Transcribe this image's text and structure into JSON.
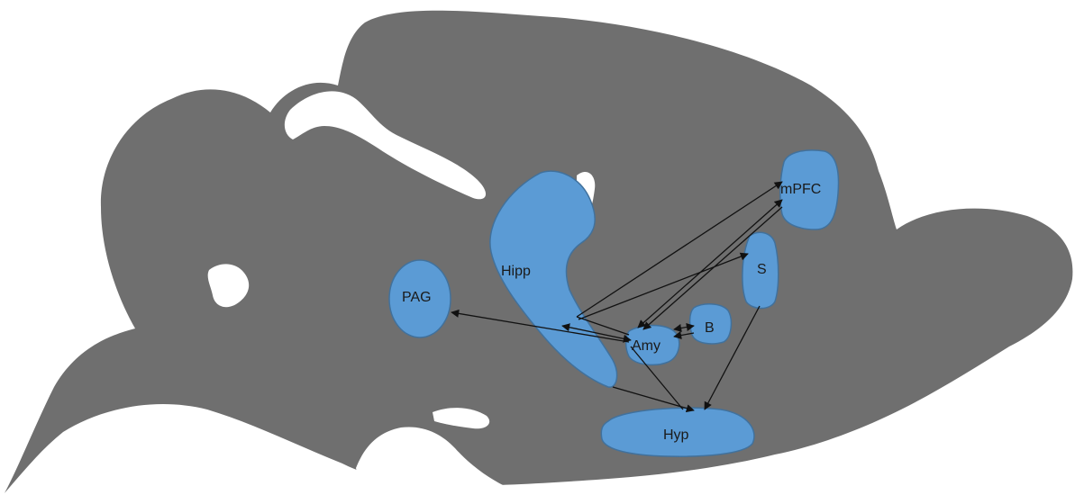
{
  "diagram": {
    "regions": [
      {
        "id": "mpfc",
        "label": "mPFC"
      },
      {
        "id": "hipp",
        "label": "Hipp"
      },
      {
        "id": "pag",
        "label": "PAG"
      },
      {
        "id": "s",
        "label": "S"
      },
      {
        "id": "b",
        "label": "B"
      },
      {
        "id": "amy",
        "label": "Amy"
      },
      {
        "id": "hyp",
        "label": "Hyp"
      }
    ],
    "connections": [
      {
        "from": "Hipp",
        "to": "mPFC",
        "direction": "to"
      },
      {
        "from": "Hipp",
        "to": "S",
        "direction": "to"
      },
      {
        "from": "Hipp",
        "to": "Amy",
        "direction": "both"
      },
      {
        "from": "Amy",
        "to": "mPFC",
        "direction": "both"
      },
      {
        "from": "Amy",
        "to": "B",
        "direction": "both"
      },
      {
        "from": "Amy",
        "to": "PAG",
        "direction": "to"
      },
      {
        "from": "S",
        "to": "Hyp",
        "direction": "to"
      },
      {
        "from": "Hipp",
        "to": "Hyp",
        "direction": "to"
      }
    ],
    "colors": {
      "brain": "#6f6f6f",
      "region_fill": "#5b9bd5",
      "region_stroke": "#41719c",
      "arrow": "#111111"
    }
  }
}
